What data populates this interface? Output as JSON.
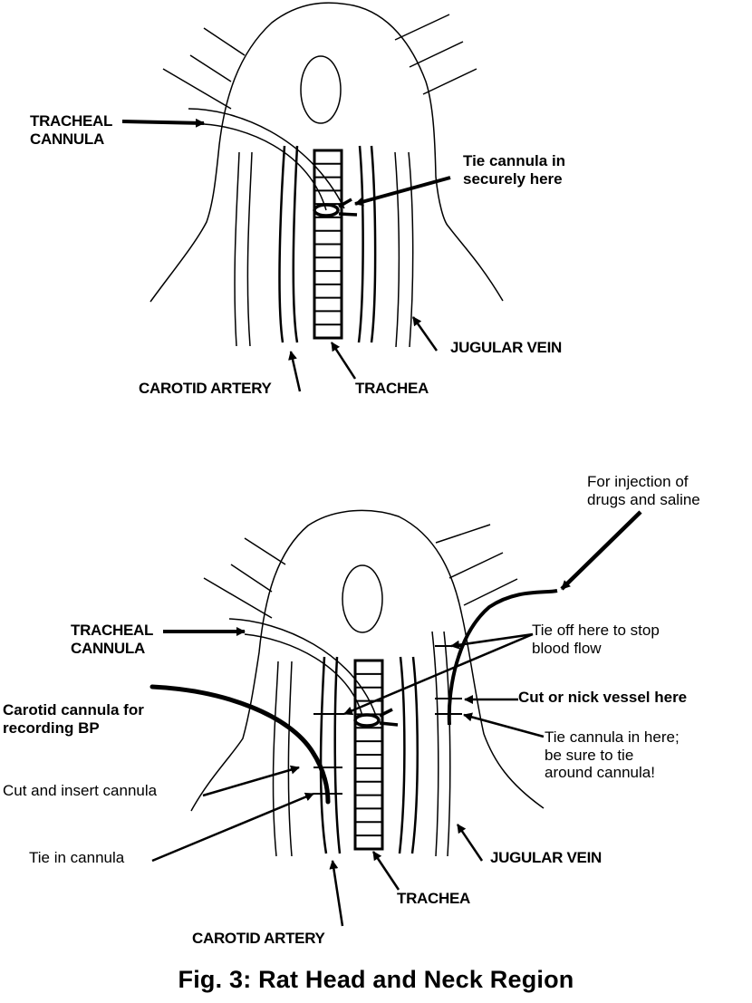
{
  "figure": {
    "title": "Fig. 3:   Rat Head and Neck Region"
  },
  "top_diagram": {
    "labels": {
      "tracheal_cannula_line1": "TRACHEAL",
      "tracheal_cannula_line2": "CANNULA",
      "tie_cannula_line1": "Tie cannula in",
      "tie_cannula_line2": "securely here",
      "jugular_vein": "JUGULAR VEIN",
      "carotid_artery": "CAROTID ARTERY",
      "trachea": "TRACHEA"
    }
  },
  "bottom_diagram": {
    "labels": {
      "injection_line1": "For injection of",
      "injection_line2": "drugs and saline",
      "tracheal_cannula_line1": "TRACHEAL",
      "tracheal_cannula_line2": "CANNULA",
      "tie_off_line1": "Tie off here to stop",
      "tie_off_line2": "blood flow",
      "carotid_cannula_line1": "Carotid cannula for",
      "carotid_cannula_line2": "recording BP",
      "cut_nick": "Cut or nick vessel here",
      "tie_cannula_in_line1": "Tie cannula in here;",
      "tie_cannula_in_line2": "be sure to tie",
      "tie_cannula_in_line3": "around cannula!",
      "cut_insert": "Cut and insert cannula",
      "tie_in_cannula": "Tie in cannula",
      "jugular_vein": "JUGULAR VEIN",
      "trachea": "TRACHEA",
      "carotid_artery": "CAROTID ARTERY"
    }
  }
}
